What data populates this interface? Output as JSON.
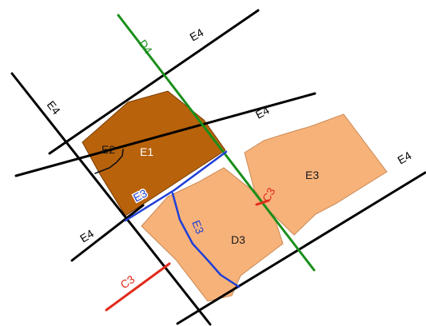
{
  "colors": {
    "black_road": "#000000",
    "green_road": "#1a8f1a",
    "blue_road": "#1f3fd6",
    "red_road": "#e02a1a",
    "dark_parcel_fill": "#b8620b",
    "dark_parcel_stroke": "#7a3d05",
    "light_parcel_fill": "#f7b27a",
    "light_parcel_stroke": "#c98a55",
    "dark_text": "#1a1a1a",
    "light_text_on_dark": "#ffffff"
  },
  "parcels": {
    "e1": {
      "label": "E1"
    },
    "d3": {
      "label": "D3"
    },
    "e3": {
      "label": "E3"
    }
  },
  "roads": {
    "d4": {
      "label": "D4"
    },
    "e4_top": {
      "label": "E4"
    },
    "e4_left": {
      "label": "E4"
    },
    "e4_middle": {
      "label": "E4"
    },
    "e4_right": {
      "label": "E4"
    },
    "e4_bottom_left": {
      "label": "E4"
    },
    "e3_blue_horizontal": {
      "label": "E3"
    },
    "e3_blue_vertical": {
      "label": "E3"
    },
    "e2": {
      "label": "E2"
    },
    "c3_right": {
      "label": "C3"
    },
    "c3_left": {
      "label": "C3"
    }
  }
}
